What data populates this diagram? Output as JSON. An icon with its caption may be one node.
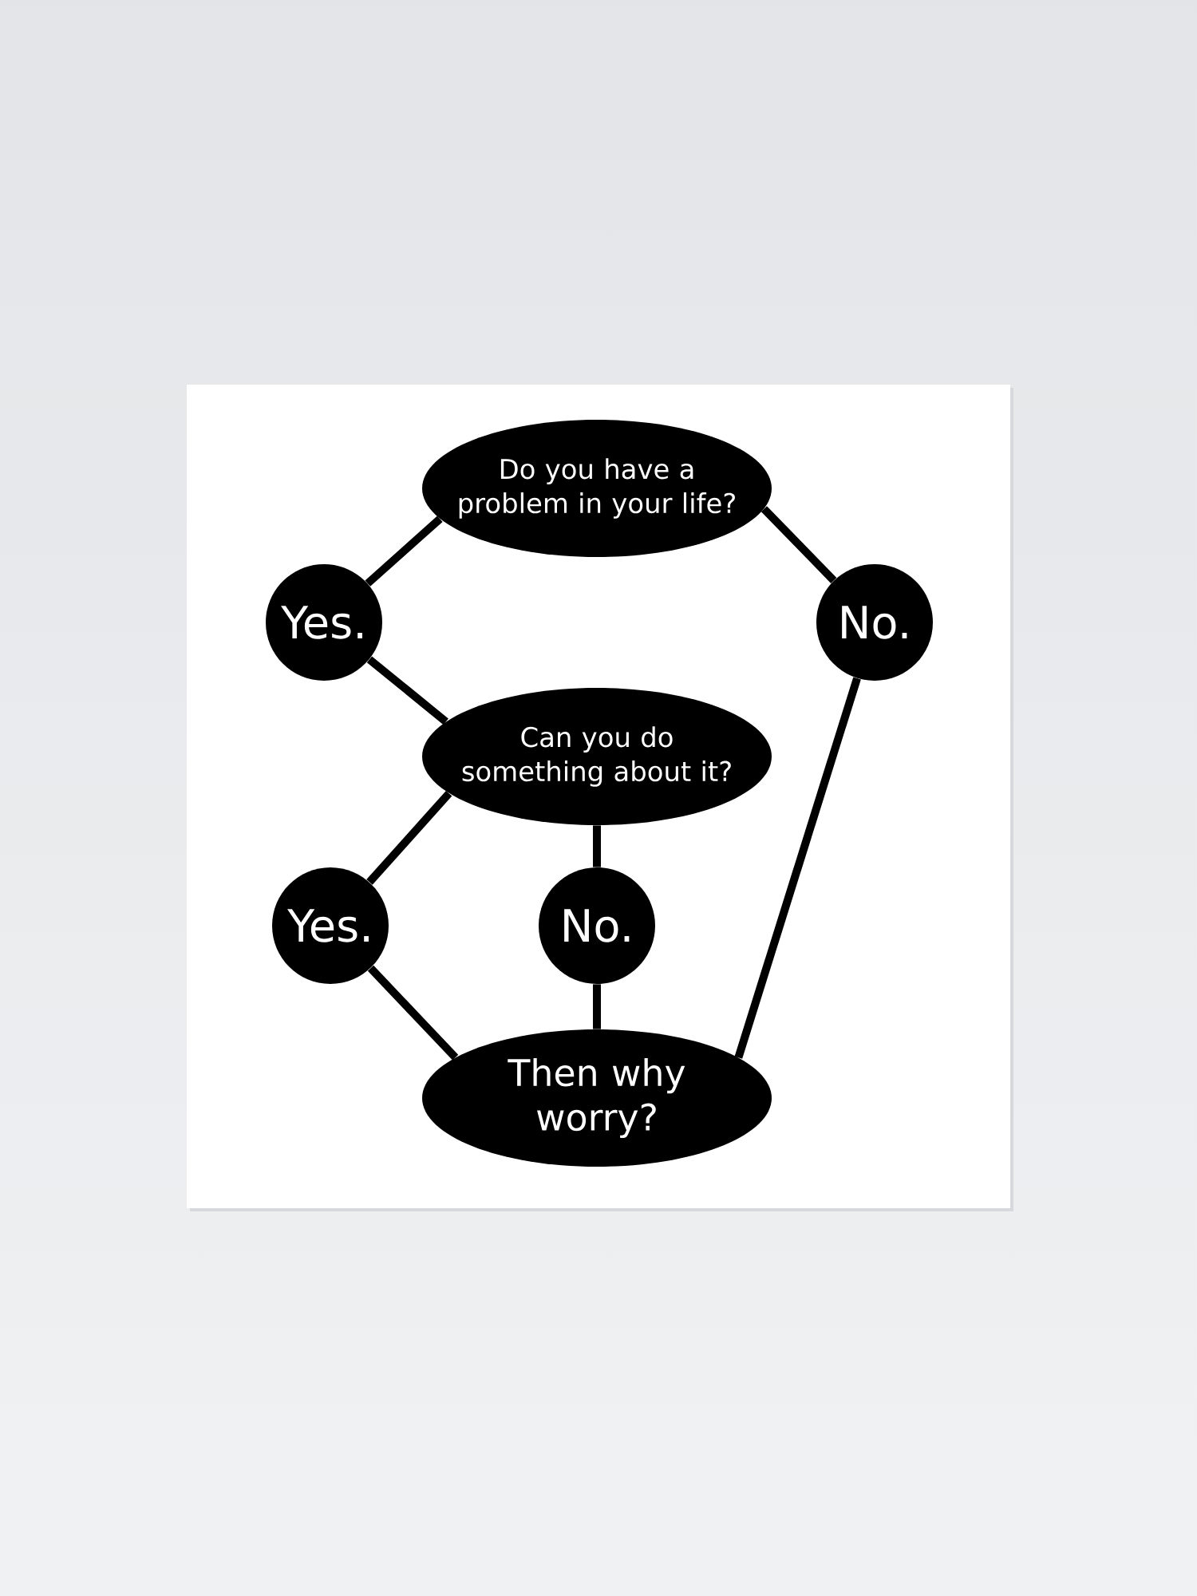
{
  "diagram": {
    "nodes": [
      {
        "text": [
          "Do you have a problem in your life?"
        ]
      },
      {
        "text": [
          "Yes."
        ]
      },
      {
        "text": [
          "No."
        ]
      },
      {
        "text": [
          "Can you do something about it?"
        ]
      },
      {
        "text": [
          "Yes."
        ]
      },
      {
        "text": [
          "No."
        ]
      },
      {
        "text": [
          "Then why worry?"
        ]
      }
    ],
    "edges": [
      {
        "from": 0,
        "to": 1,
        "arrow": "none"
      },
      {
        "from": 0,
        "to": 2,
        "arrow": "none"
      },
      {
        "from": 1,
        "to": 3,
        "arrow": "none"
      },
      {
        "from": 3,
        "to": 4,
        "arrow": "none"
      },
      {
        "from": 3,
        "to": 5,
        "arrow": "none"
      },
      {
        "from": 4,
        "to": 6,
        "arrow": "none"
      },
      {
        "from": 5,
        "to": 6,
        "arrow": "none"
      },
      {
        "from": 2,
        "to": 6,
        "arrow": "none"
      }
    ]
  }
}
